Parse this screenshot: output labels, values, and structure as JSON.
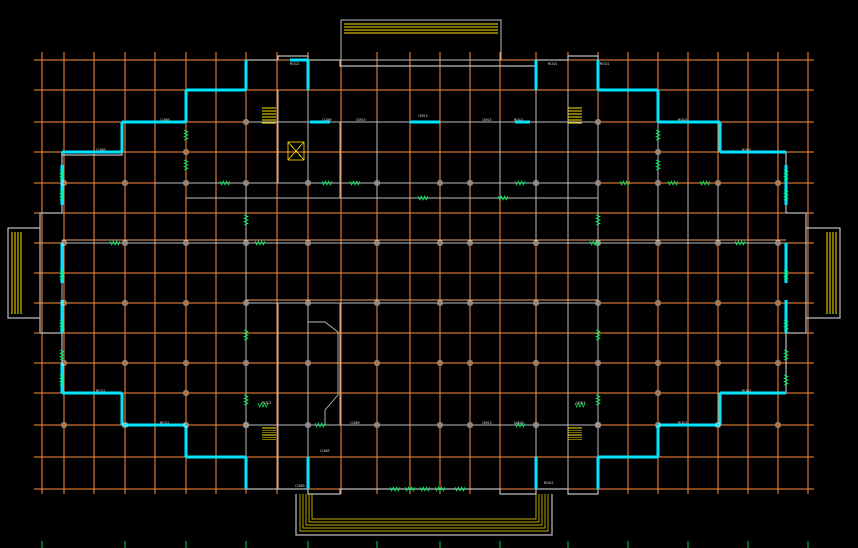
{
  "drawing": {
    "background": "#000000",
    "colors": {
      "grid": "#ff8c3a",
      "wall": "#bdbdbd",
      "window": "#00e5ff",
      "stair": "#ffe600",
      "column": "#e6e6e6",
      "door_tag": "#00ff66",
      "tick": "#00cc44",
      "text": "#d8d8d8"
    },
    "grid_axes": {
      "x_count": 22,
      "y_count": 15
    },
    "door_labels": [
      "C1809",
      "C1809",
      "C1809",
      "C0915",
      "C0915",
      "C0915",
      "M1021",
      "M1021",
      "M1021",
      "M1521",
      "M1521",
      "M1521"
    ]
  }
}
